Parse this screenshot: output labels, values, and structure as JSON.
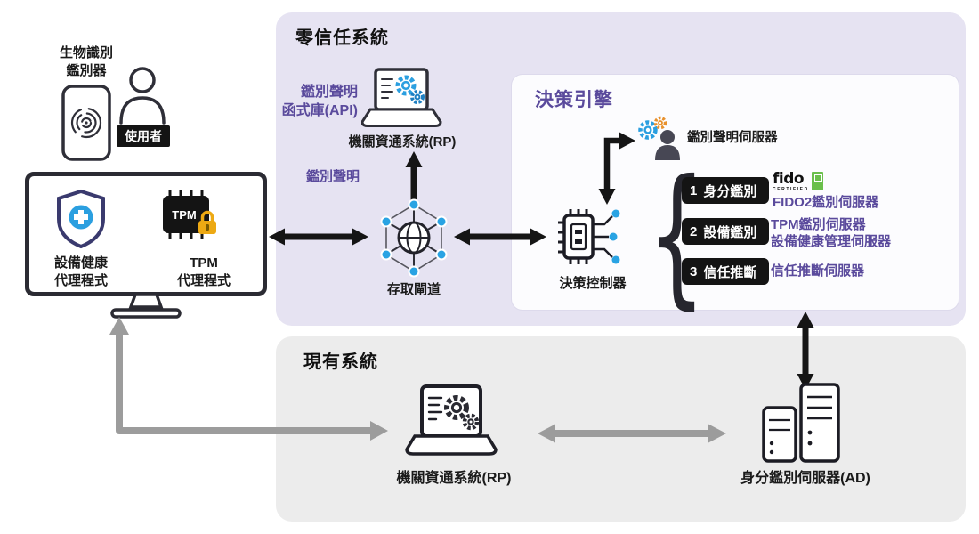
{
  "colors": {
    "zero_trust_bg": "#e6e3f2",
    "existing_bg": "#ececec",
    "engine_bg": "#fcfcfe",
    "accent_purple": "#5a4a9c",
    "accent_blue": "#2b9fe0",
    "arrow_black": "#151515",
    "arrow_gray": "#9c9c9c",
    "badge_black": "#141414",
    "fido_green": "#6abf4b",
    "lock_gold": "#eda913"
  },
  "left_panel": {
    "biometric_label": "生物識別\n鑑別器",
    "user_label": "使用者",
    "device_health_label": "設備健康\n代理程式",
    "tpm_chip_text": "TPM",
    "tpm_agent_label": "TPM\n代理程式"
  },
  "zero_trust": {
    "title": "零信任系統",
    "api_library_label": "鑑別聲明\n函式庫(API)",
    "rp_system_label": "機關資通系統(RP)",
    "auth_assertion_label": "鑑別聲明",
    "access_gateway_label": "存取閘道"
  },
  "decision_engine": {
    "title": "決策引擎",
    "assertion_server_label": "鑑別聲明伺服器",
    "controller_label": "決策控制器",
    "brace": "{",
    "items": [
      {
        "num": "1",
        "label": "身分鑑別",
        "servers": "FIDO2鑑別伺服器"
      },
      {
        "num": "2",
        "label": "設備鑑別",
        "servers": "TPM鑑別伺服器\n設備健康管理伺服器"
      },
      {
        "num": "3",
        "label": "信任推斷",
        "servers": "信任推斷伺服器"
      }
    ],
    "fido_logo": {
      "brand": "fido",
      "certified": "CERTIFIED"
    }
  },
  "existing_system": {
    "title": "現有系統",
    "rp_system_label": "機關資通系統(RP)",
    "ad_server_label": "身分鑑別伺服器(AD)"
  }
}
